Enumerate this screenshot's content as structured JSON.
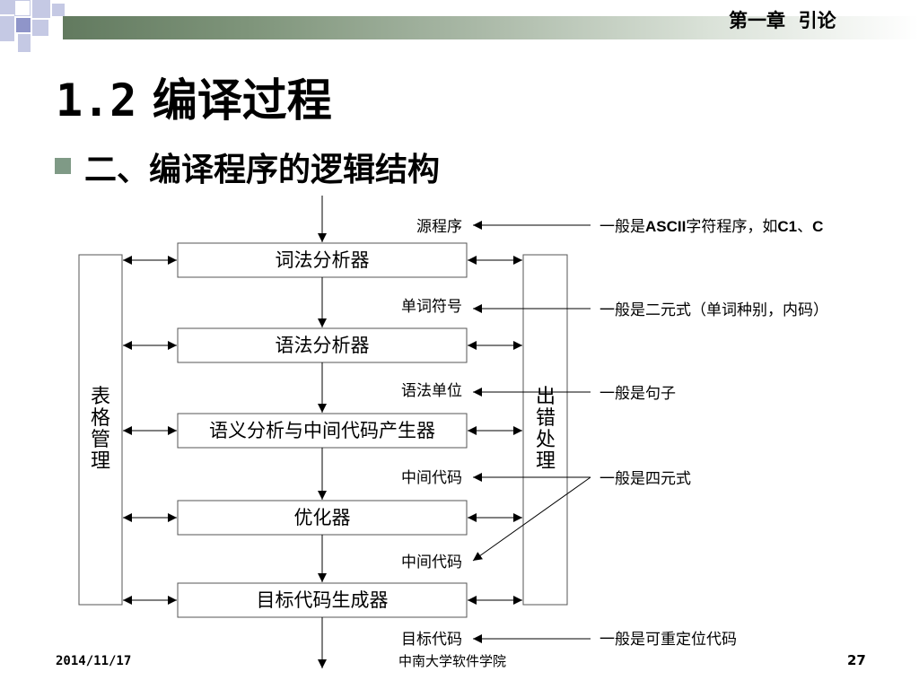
{
  "header": {
    "chapter": "第一章  引论"
  },
  "title": {
    "number": "1.2",
    "text": "编译过程"
  },
  "subtitle": "二、编译程序的逻辑结构",
  "diagram": {
    "stages": [
      "词法分析器",
      "语法分析器",
      "语义分析与中间代码产生器",
      "优化器",
      "目标代码生成器"
    ],
    "data_labels": [
      "源程序",
      "单词符号",
      "语法单位",
      "中间代码",
      "中间代码",
      "目标代码"
    ],
    "notes": {
      "source": {
        "text": "一般是",
        "bold": "ASCII",
        "text2": "字符程序，如",
        "bold2": "C1",
        "text3": "、",
        "bold3": "C"
      },
      "tokens": "一般是二元式（单词种别，内码）",
      "syntax": "一般是句子",
      "ir": "一般是四元式",
      "target": "一般是可重定位代码"
    },
    "table_manager": [
      "表",
      "格",
      "管",
      "理"
    ],
    "error_handler": [
      "出",
      "错",
      "处",
      "理"
    ]
  },
  "footer": {
    "date": "2014/11/17",
    "school": "中南大学软件学院",
    "page": "27"
  }
}
